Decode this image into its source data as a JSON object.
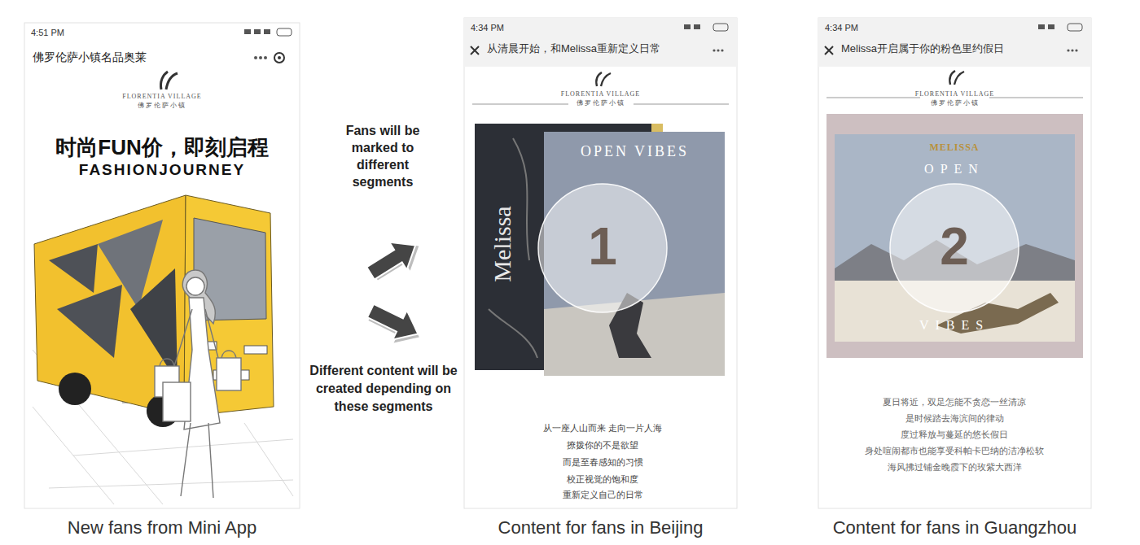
{
  "diagram": {
    "nodes": [
      {
        "text": [
          "4:51 PM",
          "佛罗伦萨小镇名品奥莱",
          "FLORENTIA VILLAGE",
          "佛罗伦萨小镇",
          "时尚FUN价，即刻启程",
          "FASHIONJOURNEY",
          "New fans from Mini App"
        ]
      },
      {
        "text": [
          "4:34 PM",
          "从清晨开始，和Melissa重新定义日常",
          "FLORENTIA VILLAGE",
          "佛罗伦萨小镇",
          "Content for fans in Beijing"
        ]
      },
      {
        "text": [
          "1"
        ],
        "in": 1
      },
      {
        "text": [
          "4:34 PM",
          "Melissa开启属于你的粉色里约假日",
          "FLORENTIA VILLAGE",
          "佛罗伦萨小镇",
          "Content for fans in Guangzhou"
        ]
      },
      {
        "text": [
          "2"
        ],
        "in": 3
      }
    ],
    "labels": [
      "Fans will be marked to different segments",
      "Different content will be created depending on these segments",
      "Melissa",
      "OPEN VIBES",
      "从一座人山而来 走向一片人海",
      "撩拨你的不是欲望",
      "而是至春感知的习惯",
      "校正视觉的饱和度",
      "重新定义自己的日常",
      "MELISSA",
      "OPEN",
      "VIBES",
      "夏日将近，双足怎能不贪恋一丝清凉",
      "是时候踏去海滨间的律动",
      "度过释放与蔓延的悠长假日",
      "身处喧闹都市也能享受科帕卡巴纳的洁净松软",
      "海风拂过铺金晚霞下的玫紫大西洋"
    ]
  }
}
